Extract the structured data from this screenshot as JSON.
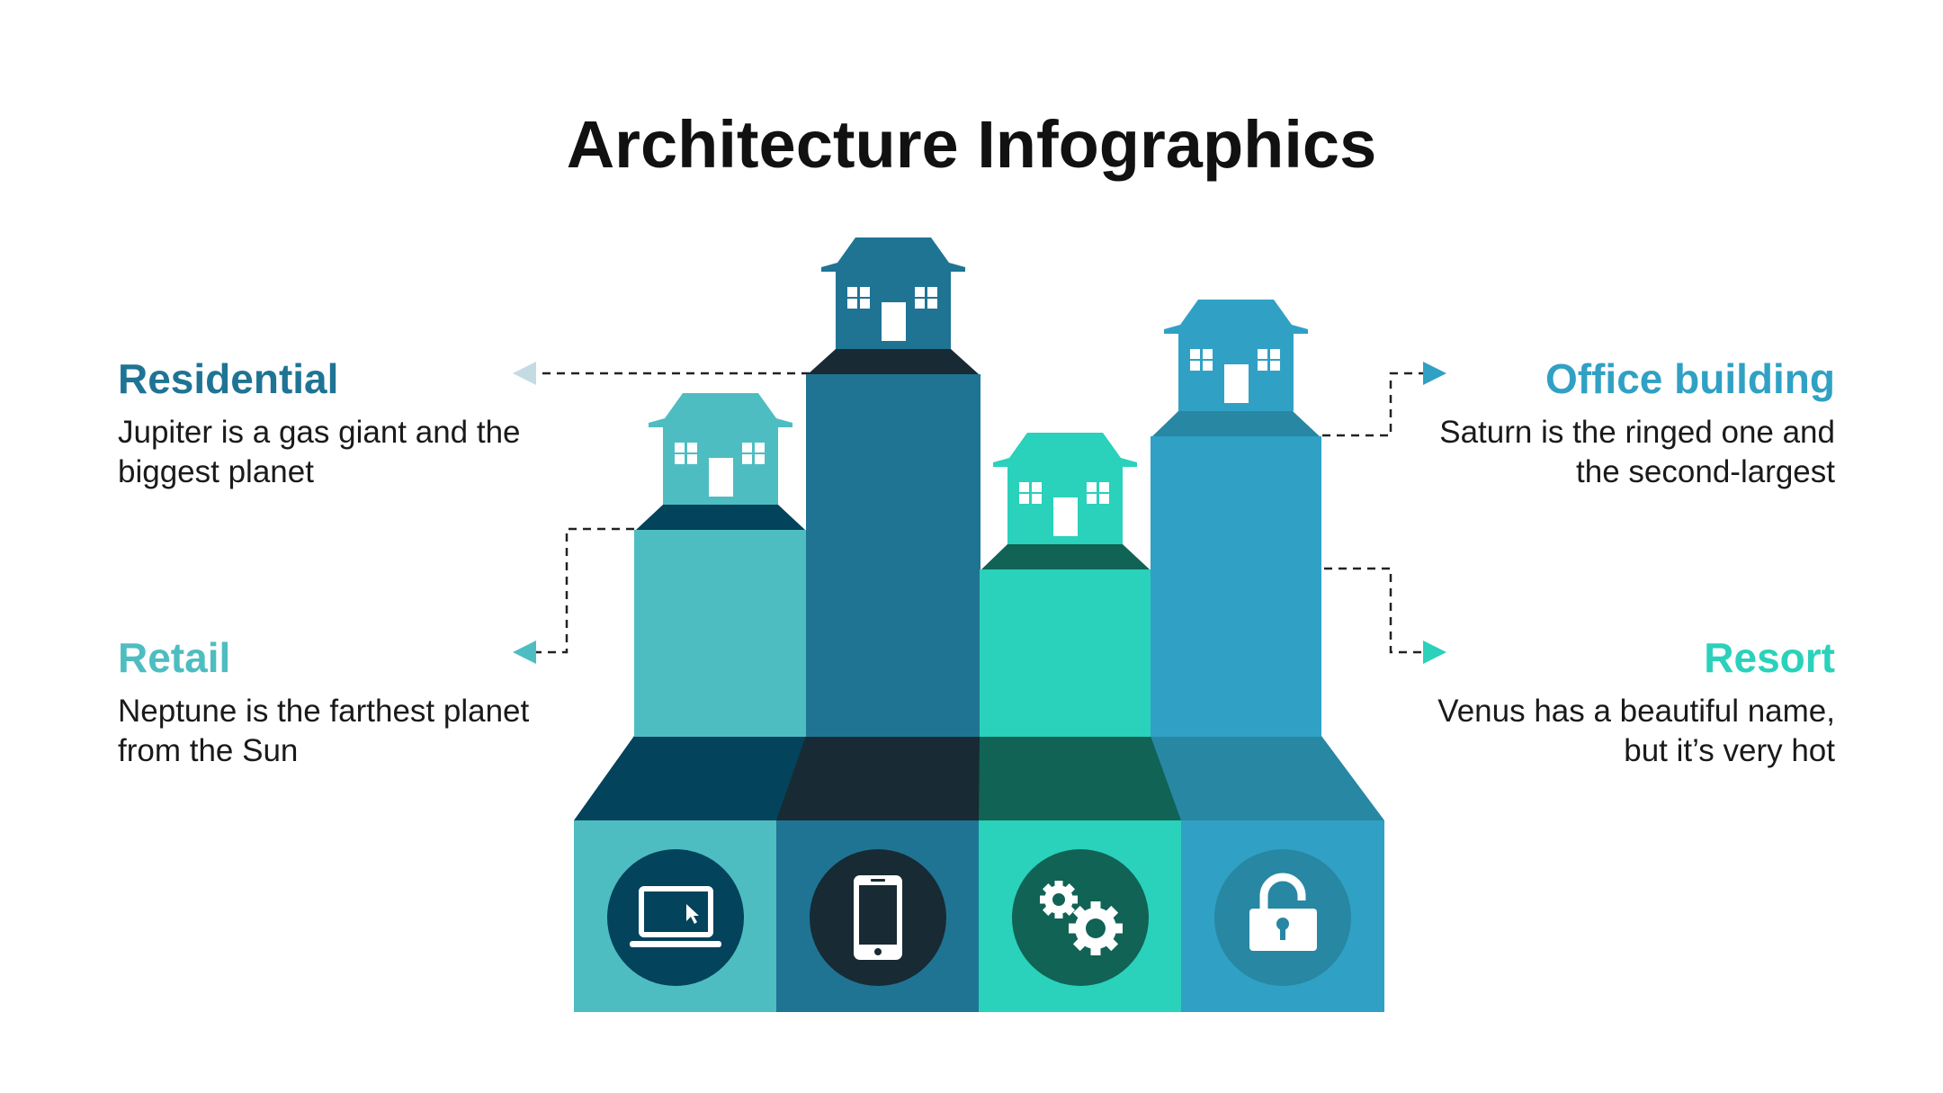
{
  "title": "Architecture Infographics",
  "items": [
    {
      "heading": "Residential",
      "text": "Jupiter is a gas giant and the biggest planet",
      "color": "#1F7494"
    },
    {
      "heading": "Retail",
      "text": "Neptune is the farthest planet from the Sun",
      "color": "#4EBDC1"
    },
    {
      "heading": "Office building",
      "text": "Saturn is the ringed one and the second-largest",
      "color": "#30A1C4"
    },
    {
      "heading": "Resort",
      "text": "Venus has a beautiful name, but it’s very hot",
      "color": "#2AD1BB"
    }
  ],
  "icons": [
    "laptop-icon",
    "smartphone-icon",
    "gears-icon",
    "padlock-icon"
  ],
  "palette": {
    "col1": "#4EBDC1",
    "col2": "#1F7494",
    "col3": "#2AD1BB",
    "col4": "#30A1C4",
    "dark1": "#03435B",
    "dark2": "#182A33",
    "dark3": "#106355",
    "dark4": "#2887A3"
  }
}
